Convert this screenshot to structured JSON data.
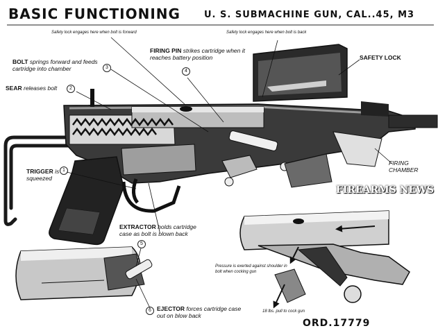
{
  "title": "BASIC FUNCTIONING",
  "subtitle": "U. S. SUBMACHINE GUN, CAL..45, M3",
  "labels": {
    "safety_fwd": "Safety lock engages here when bolt is forward",
    "safety_back": "Safety lock engages here when bolt is back",
    "firing_pin_a": "FIRING PIN",
    "firing_pin_b": " strikes cartridge when it reaches battery position",
    "safety_lock": "SAFETY LOCK",
    "bolt_a": "BOLT",
    "bolt_b": " springs forward and feeds cartridge into chamber",
    "sear_a": "SEAR",
    "sear_b": " releases bolt",
    "trigger_a": "TRIGGER",
    "trigger_b": " is squeezed",
    "firing_chamber": "FIRING CHAMBER",
    "extractor_a": "EXTRACTOR",
    "extractor_b": " holds cartridge case as bolt is blown back",
    "pressure": "Pressure is exerted against shoulder in bolt when cocking gun",
    "pull": "18 lbs. pull to cock gun",
    "ejector_a": "EJECTOR",
    "ejector_b": " forces cartridge case out on blow back"
  },
  "numbers": {
    "n1": "1",
    "n2": "2",
    "n3": "3",
    "n4": "4",
    "n5": "5",
    "n6": "6"
  },
  "watermark": "FIREARMS NEWS",
  "ord": "ORD.17779"
}
